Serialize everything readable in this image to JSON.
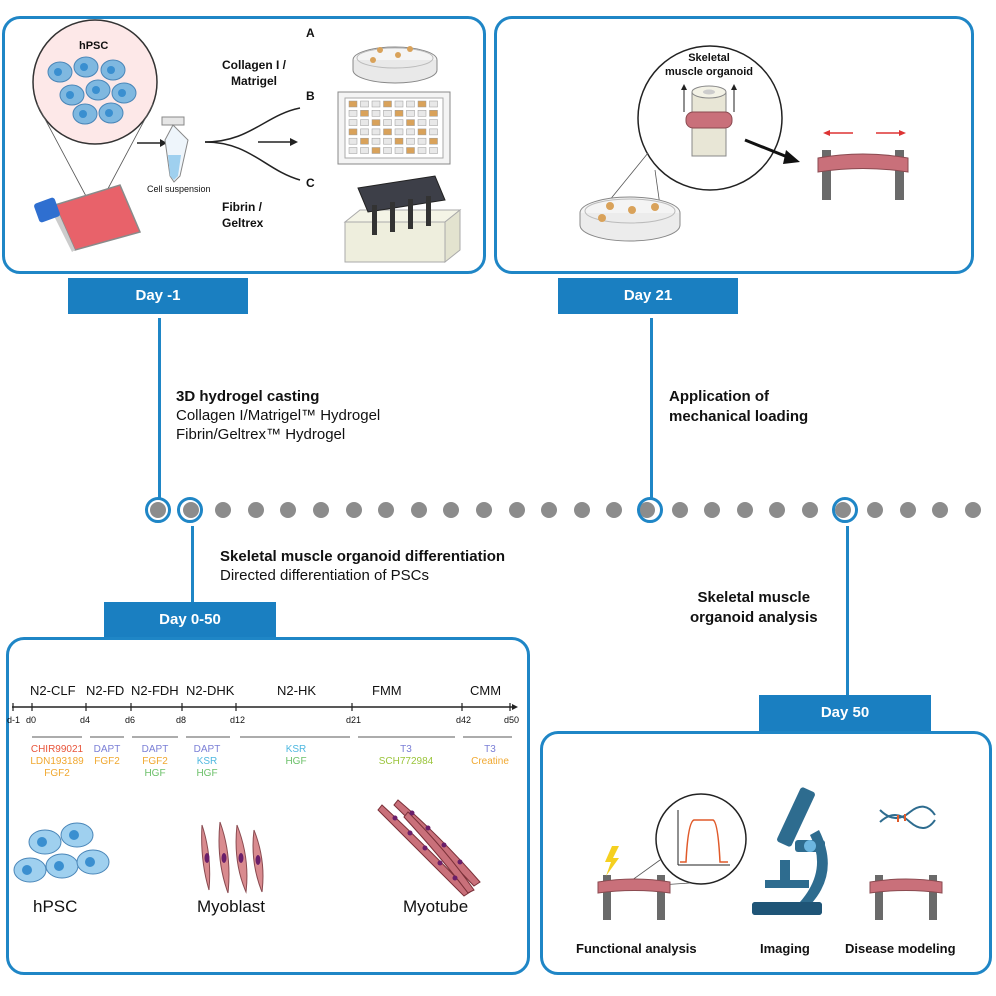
{
  "panel_day_minus1": {
    "tab_label": "Day -1",
    "cell_label": "hPSC",
    "suspension_label": "Cell suspension",
    "hydrogel_top": "Collagen I /\nMatrigel",
    "hydrogel_bottom": "Fibrin /\nGeltrex",
    "letters": [
      "A",
      "B",
      "C"
    ]
  },
  "panel_day21": {
    "tab_label": "Day 21",
    "organoid_label": "Skeletal\nmuscle organoid"
  },
  "annotations": {
    "casting_title": "3D hydrogel casting",
    "casting_line1": "Collagen I/Matrigel™ Hydrogel",
    "casting_line2": "Fibrin/Geltrex™ Hydrogel",
    "loading_title": "Application of\nmechanical loading",
    "diff_title": "Skeletal muscle organoid differentiation",
    "diff_sub": "Directed differentiation of PSCs",
    "analysis_title": "Skeletal muscle\norganoid analysis"
  },
  "panel_day0_50": {
    "tab_label": "Day 0-50",
    "media": [
      "N2-CLF",
      "N2-FD",
      "N2-FDH",
      "N2-DHK",
      "N2-HK",
      "FMM",
      "CMM"
    ],
    "days": [
      "d-1",
      "d0",
      "d4",
      "d6",
      "d8",
      "d12",
      "d21",
      "d42",
      "d50"
    ],
    "factors": [
      {
        "items": [
          {
            "t": "CHIR99021",
            "c": "#e8543a"
          },
          {
            "t": "LDN193189",
            "c": "#f0a830"
          },
          {
            "t": "FGF2",
            "c": "#f0a830"
          }
        ]
      },
      {
        "items": [
          {
            "t": "DAPT",
            "c": "#7b7fd6"
          },
          {
            "t": "FGF2",
            "c": "#f0a830"
          }
        ]
      },
      {
        "items": [
          {
            "t": "DAPT",
            "c": "#7b7fd6"
          },
          {
            "t": "FGF2",
            "c": "#f0a830"
          },
          {
            "t": "HGF",
            "c": "#6cc06a"
          }
        ]
      },
      {
        "items": [
          {
            "t": "DAPT",
            "c": "#7b7fd6"
          },
          {
            "t": "KSR",
            "c": "#4fb8e0"
          },
          {
            "t": "HGF",
            "c": "#6cc06a"
          }
        ]
      },
      {
        "items": [
          {
            "t": "KSR",
            "c": "#4fb8e0"
          },
          {
            "t": "HGF",
            "c": "#6cc06a"
          }
        ]
      },
      {
        "items": [
          {
            "t": "T3",
            "c": "#7b7fd6"
          },
          {
            "t": "SCH772984",
            "c": "#9ac43a"
          }
        ]
      },
      {
        "items": [
          {
            "t": "T3",
            "c": "#7b7fd6"
          },
          {
            "t": "Creatine",
            "c": "#f0a830"
          }
        ]
      }
    ],
    "cell_labels": [
      "hPSC",
      "Myoblast",
      "Myotube"
    ]
  },
  "panel_day50": {
    "tab_label": "Day 50",
    "labels": [
      "Functional analysis",
      "Imaging",
      "Disease modeling"
    ]
  },
  "colors": {
    "accent": "#1a7fc1",
    "border": "#1f86c6",
    "dot": "#8c8c8c",
    "muscle": "#c9707a"
  }
}
